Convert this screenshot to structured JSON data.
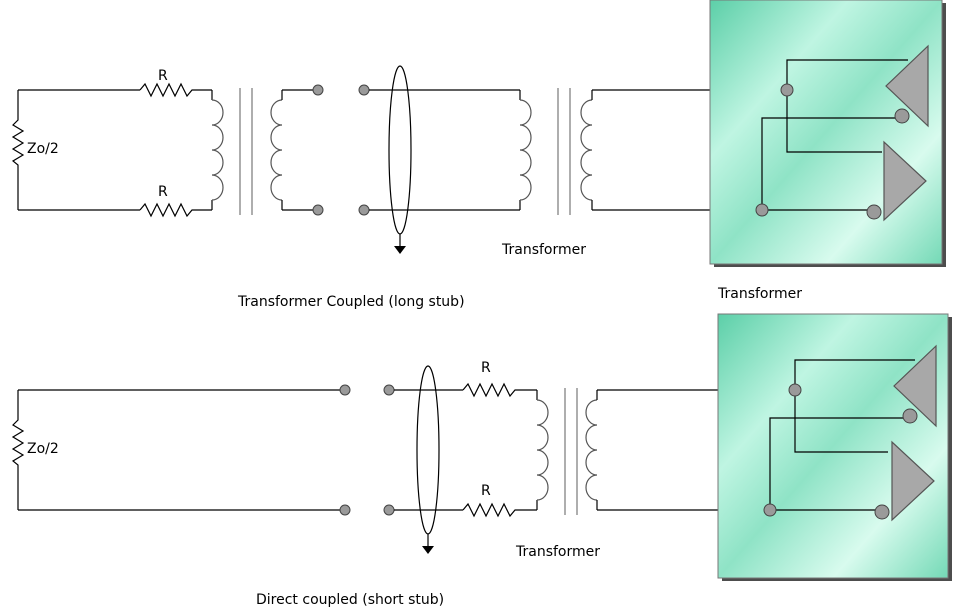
{
  "labels": {
    "resistor": "R",
    "termination": "Zo/2",
    "transformer": "Transformer",
    "caption_long": "Transformer Coupled (long stub)",
    "caption_short": "Direct coupled (short stub)"
  },
  "colors": {
    "panel_light": "#d8fbee",
    "panel_mid": "#9ce8cf",
    "panel_dark": "#5ccfa8",
    "node": "#9a9a9a",
    "amplifier": "#a8a8a8"
  }
}
